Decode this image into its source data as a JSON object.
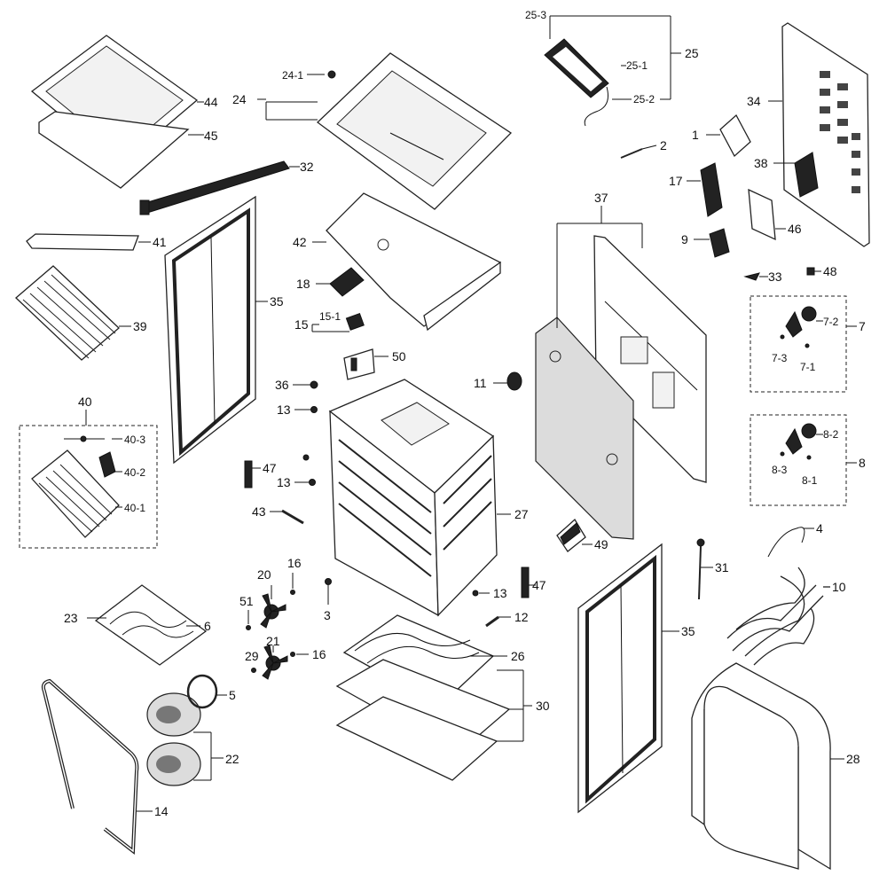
{
  "diagram": {
    "labels": {
      "l1": "1",
      "l2": "2",
      "l3": "3",
      "l4": "4",
      "l5": "5",
      "l6": "6",
      "l7": "7",
      "l7_1": "7-1",
      "l7_2": "7-2",
      "l7_3": "7-3",
      "l8": "8",
      "l8_1": "8-1",
      "l8_2": "8-2",
      "l8_3": "8-3",
      "l9": "9",
      "l10": "10",
      "l11": "11",
      "l12": "12",
      "l13a": "13",
      "l13b": "13",
      "l13c": "13",
      "l14": "14",
      "l15": "15",
      "l15_1": "15-1",
      "l16a": "16",
      "l16b": "16",
      "l17": "17",
      "l18": "18",
      "l20": "20",
      "l21": "21",
      "l22": "22",
      "l23": "23",
      "l24": "24",
      "l24_1": "24-1",
      "l25": "25",
      "l25_1": "25-1",
      "l25_2": "25-2",
      "l25_3": "25-3",
      "l26": "26",
      "l27": "27",
      "l28": "28",
      "l29": "29",
      "l30": "30",
      "l31": "31",
      "l32": "32",
      "l33": "33",
      "l34": "34",
      "l35a": "35",
      "l35b": "35",
      "l36": "36",
      "l37": "37",
      "l38": "38",
      "l39": "39",
      "l40": "40",
      "l40_1": "40-1",
      "l40_2": "40-2",
      "l40_3": "40-3",
      "l41": "41",
      "l42": "42",
      "l43": "43",
      "l44": "44",
      "l45": "45",
      "l46": "46",
      "l47a": "47",
      "l47b": "47",
      "l48": "48",
      "l49": "49",
      "l50": "50",
      "l51": "51"
    }
  }
}
